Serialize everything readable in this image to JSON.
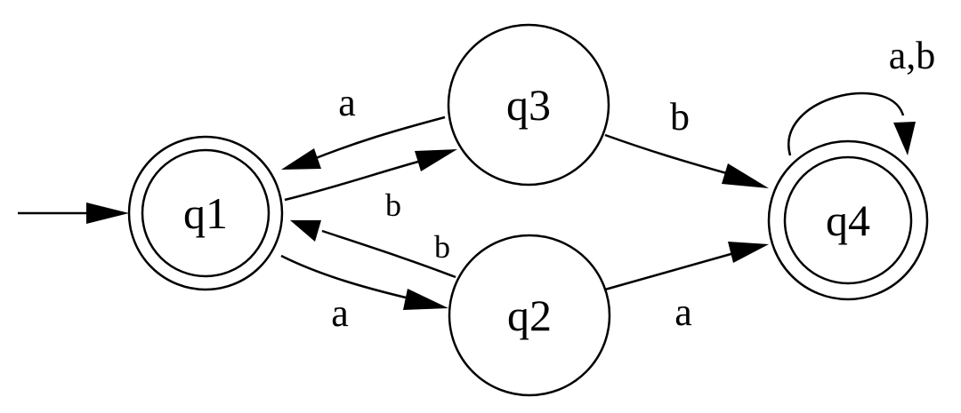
{
  "states": {
    "q1": {
      "label": "q1",
      "accepting": true,
      "initial": true
    },
    "q2": {
      "label": "q2",
      "accepting": false,
      "initial": false
    },
    "q3": {
      "label": "q3",
      "accepting": false,
      "initial": false
    },
    "q4": {
      "label": "q4",
      "accepting": true,
      "initial": false
    }
  },
  "transitions": {
    "q3_q1": {
      "from": "q3",
      "to": "q1",
      "label": "a"
    },
    "q1_q3": {
      "from": "q1",
      "to": "q3",
      "label": "b"
    },
    "q2_q1": {
      "from": "q2",
      "to": "q1",
      "label": "b"
    },
    "q1_q2": {
      "from": "q1",
      "to": "q2",
      "label": "a"
    },
    "q3_q4": {
      "from": "q3",
      "to": "q4",
      "label": "b"
    },
    "q2_q4": {
      "from": "q2",
      "to": "q4",
      "label": "a"
    },
    "q4_q4": {
      "from": "q4",
      "to": "q4",
      "label": "a,b"
    }
  }
}
